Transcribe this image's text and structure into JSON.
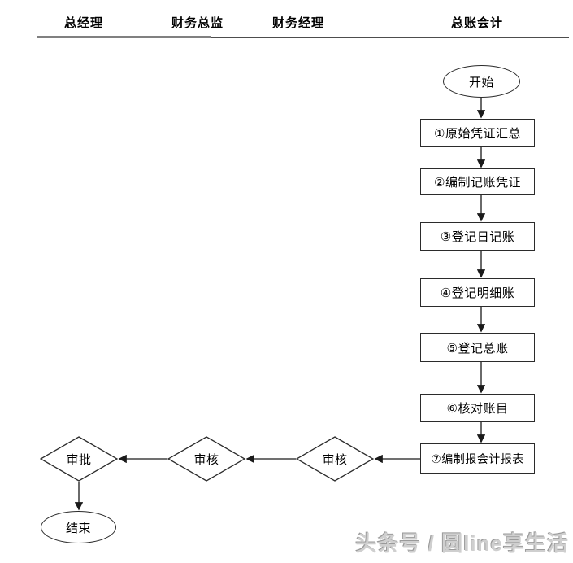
{
  "header": {
    "columns": [
      {
        "label": "总经理"
      },
      {
        "label": "财务总监"
      },
      {
        "label": "财务经理"
      },
      {
        "label": "总账会计"
      }
    ]
  },
  "flow": {
    "start": {
      "label": "开始",
      "shape": "ellipse"
    },
    "steps": [
      {
        "label": "①原始凭证汇总",
        "shape": "rect"
      },
      {
        "label": "②编制记账凭证",
        "shape": "rect"
      },
      {
        "label": "③登记日记账",
        "shape": "rect"
      },
      {
        "label": "④登记明细账",
        "shape": "rect"
      },
      {
        "label": "⑤登记总账",
        "shape": "rect"
      },
      {
        "label": "⑥核对账目",
        "shape": "rect"
      },
      {
        "label": "⑦编制报会计报表",
        "shape": "rect"
      }
    ],
    "decisions": [
      {
        "label": "审核",
        "lane": "财务经理",
        "shape": "diamond"
      },
      {
        "label": "审核",
        "lane": "财务总监",
        "shape": "diamond"
      },
      {
        "label": "审批",
        "lane": "总经理",
        "shape": "diamond"
      }
    ],
    "end": {
      "label": "结束",
      "shape": "ellipse"
    }
  },
  "watermark": {
    "text": "头条号 / 圆line享生活"
  },
  "colors": {
    "shape_border": "#2b2b2b",
    "connector": "#1a1a1a",
    "divider_left": "#808080",
    "divider_right": "#4d4d4d",
    "watermark": "#cfcfcf",
    "background": "#ffffff"
  }
}
